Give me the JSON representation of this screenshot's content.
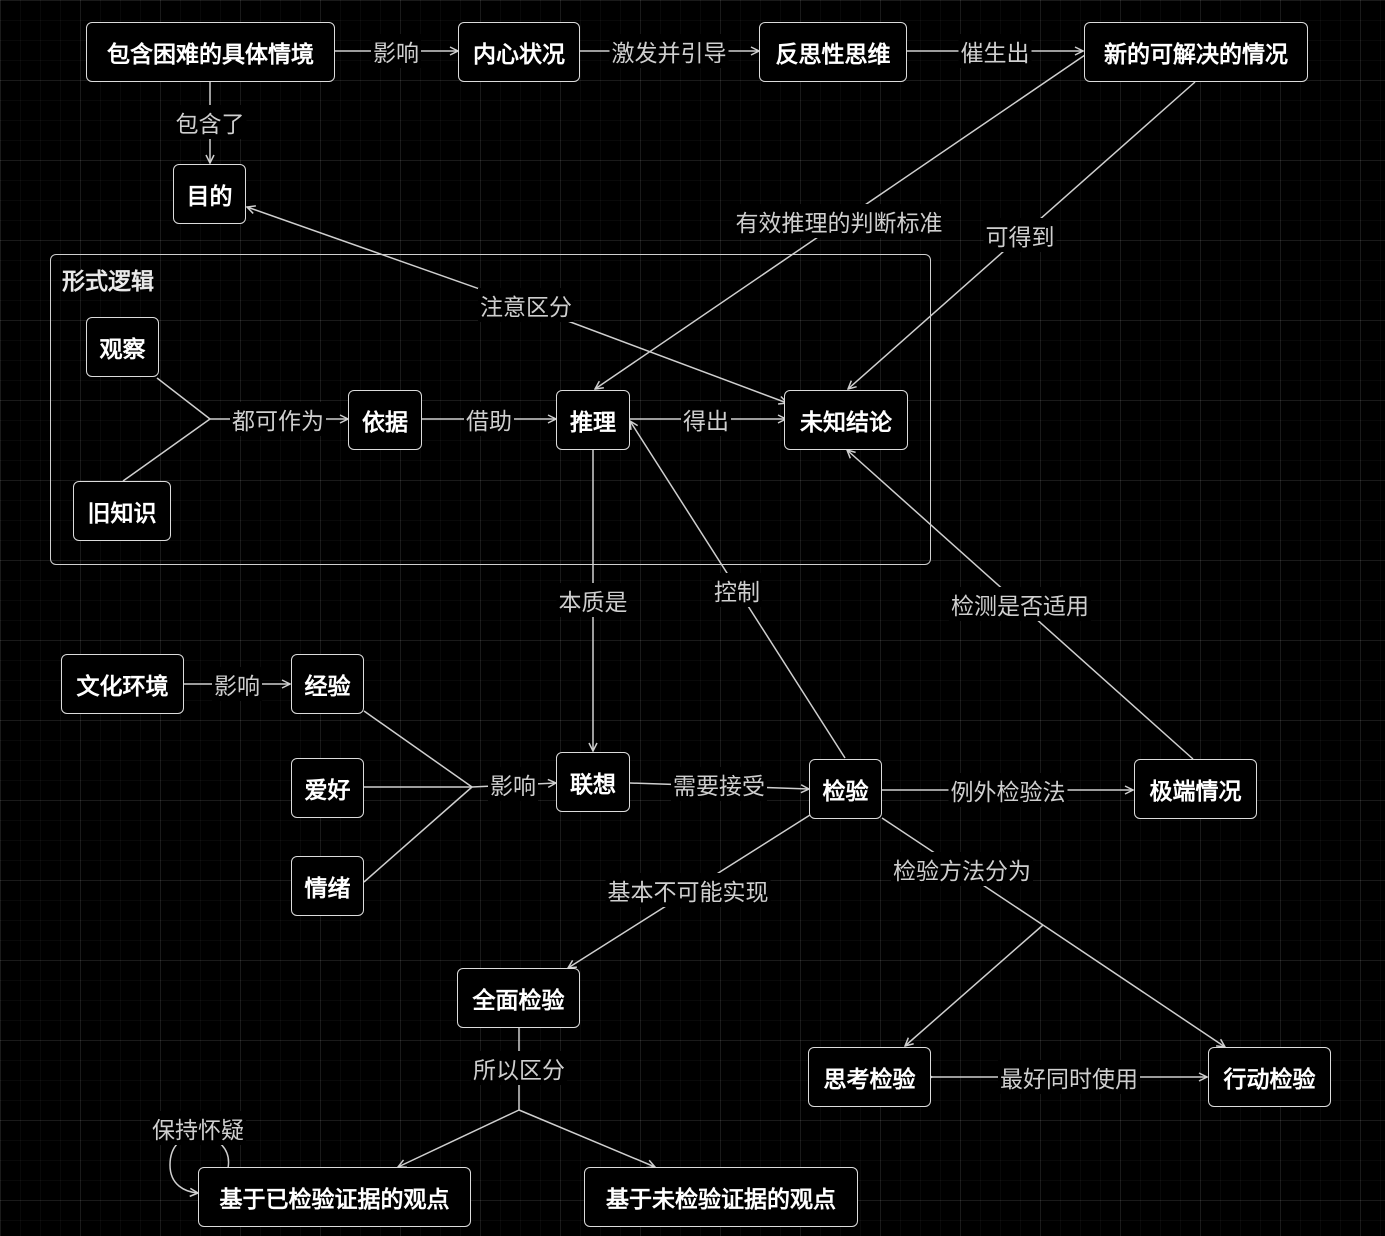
{
  "group": {
    "title": "形式逻辑"
  },
  "nodes": {
    "specific_situation": "包含困难的具体情境",
    "inner_state": "内心状况",
    "reflective_thinking": "反思性思维",
    "new_solvable": "新的可解决的情况",
    "purpose": "目的",
    "observation": "观察",
    "old_knowledge": "旧知识",
    "basis": "依据",
    "reasoning": "推理",
    "unknown_conclusion": "未知结论",
    "culture_env": "文化环境",
    "experience": "经验",
    "hobby": "爱好",
    "emotion": "情绪",
    "association": "联想",
    "verification": "检验",
    "extreme_case": "极端情况",
    "comprehensive_check": "全面检验",
    "thinking_check": "思考检验",
    "action_check": "行动检验",
    "verified_view": "基于已检验证据的观点",
    "unverified_view": "基于未检验证据的观点"
  },
  "edges": {
    "influence1": "影响",
    "excite_guide": "激发并引导",
    "give_rise": "催生出",
    "contains": "包含了",
    "valid_criteria": "有效推理的判断标准",
    "obtainable": "可得到",
    "distinguish": "注意区分",
    "all_serve_as": "都可作为",
    "by_means": "借助",
    "derive": "得出",
    "essence_is": "本质是",
    "control": "控制",
    "detect_applicable": "检测是否适用",
    "influence2": "影响",
    "influence3": "影响",
    "need_accept": "需要接受",
    "exception_method": "例外检验法",
    "methods_divided": "检验方法分为",
    "basically_impossible": "基本不可能实现",
    "best_together": "最好同时使用",
    "so_distinguish": "所以区分",
    "keep_doubt": "保持怀疑"
  }
}
